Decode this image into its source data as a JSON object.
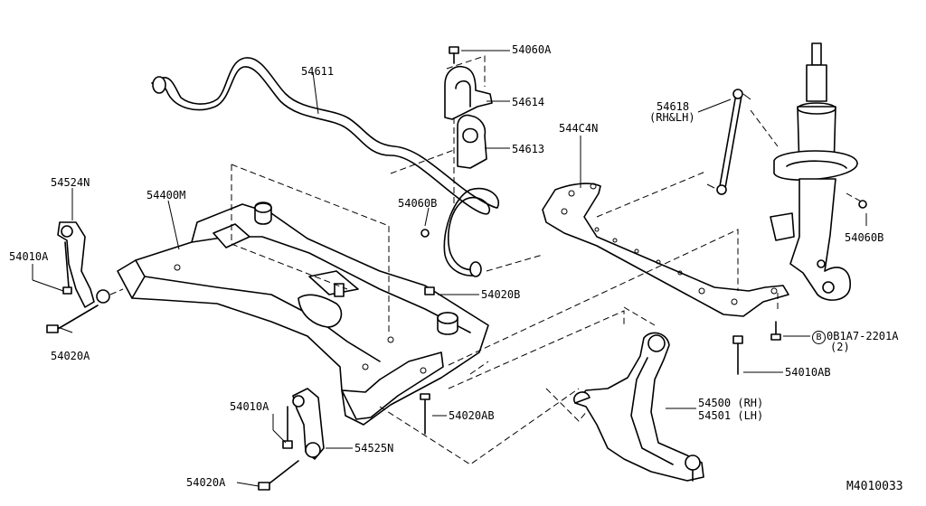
{
  "diagram": {
    "code": "M4010033",
    "labels": {
      "p54060a_top": "54060A",
      "p54611": "54611",
      "p54614": "54614",
      "p54613": "54613",
      "p54618": "54618",
      "p54618_note": "(RH&LH)",
      "p544c4n": "544C4N",
      "p54524n": "54524N",
      "p54400m": "54400M",
      "p54060b_mid": "54060B",
      "p54060b_right": "54060B",
      "p54010a_left": "54010A",
      "p54020b": "54020B",
      "p54020a_left": "54020A",
      "bolt_circle": "B",
      "bolt_part": "0B1A7-2201A",
      "bolt_qty": "(2)",
      "p54010ab": "54010AB",
      "p54500": "54500 (RH)",
      "p54501": "54501 (LH)",
      "p54010a_bottom": "54010A",
      "p54020ab": "54020AB",
      "p54525n": "54525N",
      "p54020a_bottom": "54020A"
    }
  }
}
